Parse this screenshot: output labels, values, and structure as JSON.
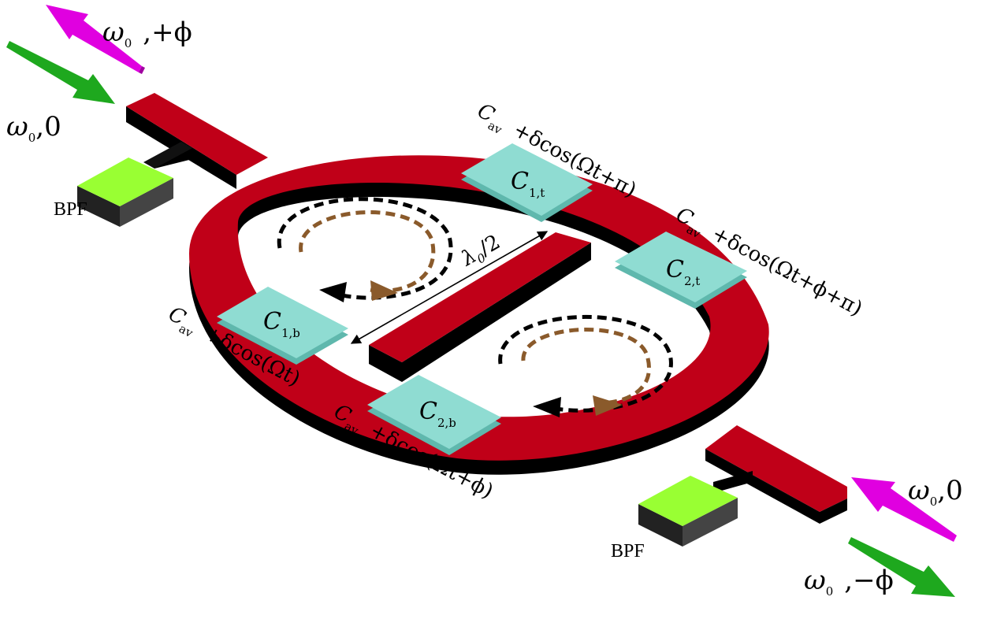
{
  "ports": {
    "top_left_out": {
      "omega": "ω",
      "sub": "0",
      "phase": ",+ϕ"
    },
    "top_left_in": {
      "omega": "ω",
      "sub": "0",
      "phase": ",0"
    },
    "bottom_right_in": {
      "omega": "ω",
      "sub": "0",
      "phase": ",0"
    },
    "bottom_right_out": {
      "omega": "ω",
      "sub": "0",
      "phase": ",−ϕ"
    }
  },
  "filters": {
    "left": "BPF",
    "right": "BPF"
  },
  "capacitors": {
    "c1t": {
      "name": "C",
      "sub": "1,t",
      "expr": "+δcos(Ωt+π)"
    },
    "c2t": {
      "name": "C",
      "sub": "2,t",
      "expr": "+δcos(Ωt+ϕ+π)"
    },
    "c1b": {
      "name": "C",
      "sub": "1,b",
      "expr": "+δcos(Ωt)"
    },
    "c2b": {
      "name": "C",
      "sub": "2,b",
      "expr": "+δcos(Ωt+ϕ)"
    }
  },
  "cap_prefix": {
    "name": "C",
    "sub": "av"
  },
  "dimension": {
    "symbol": "λ",
    "sub": "0",
    "rest": "/2"
  },
  "colors": {
    "waveguide": "#c00018",
    "shadow": "#000000",
    "capacitor": "#8fdcd2",
    "filter_top": "#99ff33",
    "filter_side": "#3a3a3a",
    "arrow_magenta": "#e000e0",
    "arrow_green": "#1ea81e",
    "loop_brown": "#8a5a2b"
  }
}
